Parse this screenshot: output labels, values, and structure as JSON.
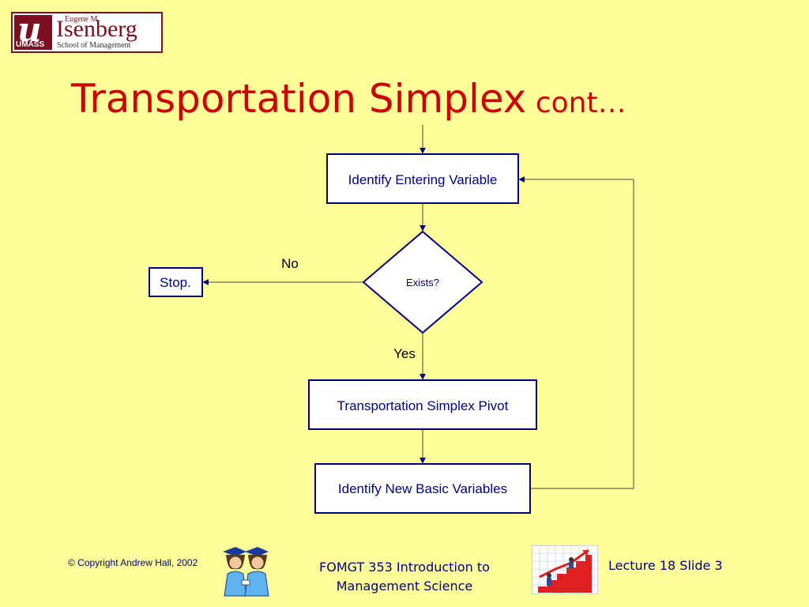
{
  "logo": {
    "brand_small": "Eugene M.",
    "brand_big": "Isenberg",
    "school": "School of Management",
    "umass": "UMASS",
    "color": "#7a1020"
  },
  "title": {
    "main": "Transportation Simplex",
    "cont": " cont…"
  },
  "flowchart": {
    "nodes": {
      "entering": "Identify Entering Variable",
      "exists": "Exists?",
      "stop": "Stop.",
      "pivot": "Transportation Simplex Pivot",
      "new_basic": "Identify New Basic Variables"
    },
    "edge_labels": {
      "no": "No",
      "yes": "Yes"
    },
    "colors": {
      "node_border": "#000080",
      "node_fill": "#ffffff",
      "arrow": "#000080"
    }
  },
  "footer": {
    "copyright": "© Copyright Andrew Hall, 2002",
    "course_line1": "FOMGT 353 Introduction to",
    "course_line2": "Management Science",
    "slide": "Lecture 18 Slide 3"
  },
  "colors": {
    "background": "#ffff99",
    "title": "#cc0000",
    "text": "#000080"
  }
}
